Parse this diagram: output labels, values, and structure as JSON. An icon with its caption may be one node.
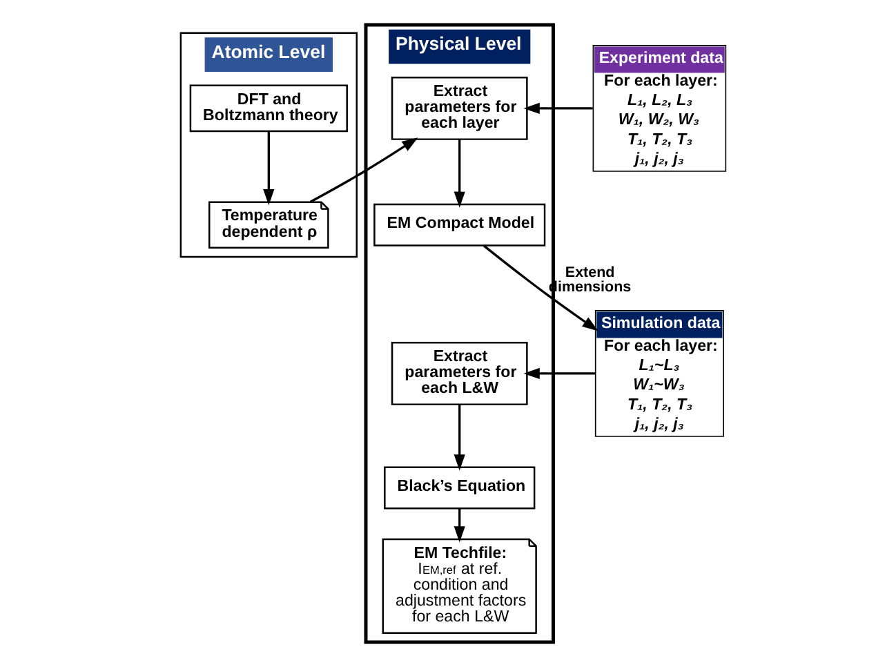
{
  "diagram": {
    "nodes": [
      {
        "text": [
          "Atomic Level"
        ]
      },
      {
        "text": [
          "Temperature dependent ρ"
        ],
        "in": 0
      },
      {
        "text": [
          "DFT and Boltzmann theory"
        ],
        "in": 0
      },
      {
        "text": [
          "Physical Level"
        ]
      },
      {
        "text": [
          "Extract parameters for each layer"
        ],
        "in": 3
      },
      {
        "text": [
          "EM Compact Model"
        ],
        "in": 3
      },
      {
        "text": [
          "Extract parameters for each L&W"
        ],
        "in": 3
      },
      {
        "text": [
          "Black’s Equation"
        ],
        "in": 3
      },
      {
        "text": [
          "EM Techfile:",
          "I$_{EM,ref}$ at ref. condition and adjustment factors for each L&W"
        ],
        "in": 3
      },
      {
        "text": [
          "Experiment data",
          "For each layer:",
          "L₁, L₂, L₃",
          "W₁, W₂, W₃",
          "T₁, T₂, T₃",
          "j₁, j₂, j₃"
        ]
      },
      {
        "text": [
          "Simulation data",
          "For each layer:",
          "L₁~L₃",
          "W₁~W₃",
          "T₁, T₂, T₃",
          "j₁, j₂, j₃"
        ]
      }
    ],
    "edges": [
      {
        "from": 2,
        "to": 1,
        "arrow": "to"
      },
      {
        "from": 1,
        "to": 4,
        "arrow": "to"
      },
      {
        "from": 9,
        "to": 4,
        "arrow": "to"
      },
      {
        "from": 4,
        "to": 5,
        "arrow": "to"
      },
      {
        "from": 5,
        "to": 10,
        "arrow": "to",
        "label": "Extend dimensions"
      },
      {
        "from": 10,
        "to": 6,
        "arrow": "to"
      },
      {
        "from": 6,
        "to": 7,
        "arrow": "to"
      },
      {
        "from": 7,
        "to": 8,
        "arrow": "to"
      }
    ]
  }
}
